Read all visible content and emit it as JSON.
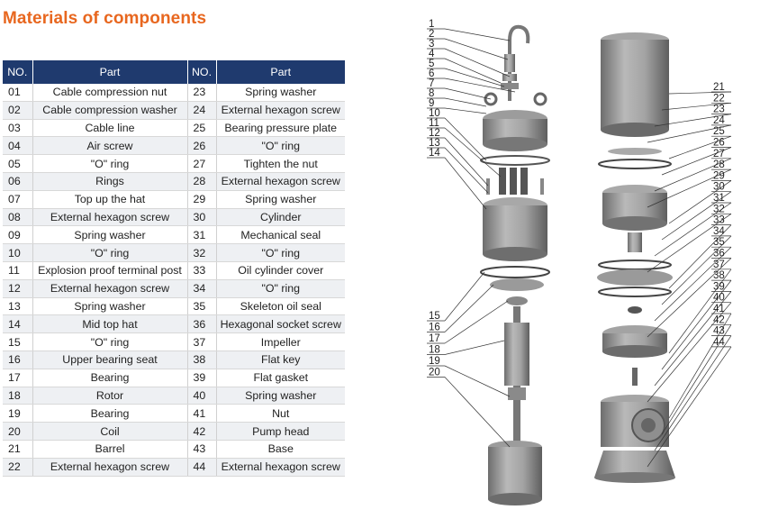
{
  "title": "Materials of components",
  "table": {
    "headers": [
      "NO.",
      "Part",
      "NO.",
      "Part"
    ],
    "rows": [
      [
        "01",
        "Cable compression nut",
        "23",
        "Spring washer"
      ],
      [
        "02",
        "Cable compression washer",
        "24",
        "External hexagon screw"
      ],
      [
        "03",
        "Cable line",
        "25",
        "Bearing pressure plate"
      ],
      [
        "04",
        "Air screw",
        "26",
        "\"O\" ring"
      ],
      [
        "05",
        "\"O\" ring",
        "27",
        "Tighten the nut"
      ],
      [
        "06",
        "Rings",
        "28",
        "External hexagon screw"
      ],
      [
        "07",
        "Top up the hat",
        "29",
        "Spring washer"
      ],
      [
        "08",
        "External hexagon screw",
        "30",
        "Cylinder"
      ],
      [
        "09",
        "Spring washer",
        "31",
        "Mechanical seal"
      ],
      [
        "10",
        "\"O\" ring",
        "32",
        "\"O\" ring"
      ],
      [
        "11",
        "Explosion proof terminal post",
        "33",
        "Oil cylinder cover"
      ],
      [
        "12",
        "External hexagon screw",
        "34",
        "\"O\" ring"
      ],
      [
        "13",
        "Spring washer",
        "35",
        "Skeleton oil seal"
      ],
      [
        "14",
        "Mid top hat",
        "36",
        "Hexagonal socket screw"
      ],
      [
        "15",
        "\"O\" ring",
        "37",
        "Impeller"
      ],
      [
        "16",
        "Upper bearing seat",
        "38",
        "Flat key"
      ],
      [
        "17",
        "Bearing",
        "39",
        "Flat gasket"
      ],
      [
        "18",
        "Rotor",
        "40",
        "Spring washer"
      ],
      [
        "19",
        "Bearing",
        "41",
        "Nut"
      ],
      [
        "20",
        "Coil",
        "42",
        "Pump head"
      ],
      [
        "21",
        "Barrel",
        "43",
        "Base"
      ],
      [
        "22",
        "External hexagon screw",
        "44",
        "External hexagon screw"
      ]
    ]
  },
  "diagram": {
    "left_labels": [
      "1",
      "2",
      "3",
      "4",
      "5",
      "6",
      "7",
      "8",
      "9",
      "10",
      "11",
      "12",
      "13",
      "14"
    ],
    "left_lower_labels": [
      "15",
      "16",
      "17",
      "18",
      "19",
      "20"
    ],
    "right_labels": [
      "21",
      "22",
      "23",
      "24",
      "25",
      "26",
      "27",
      "28",
      "29",
      "30",
      "31",
      "32",
      "33",
      "34",
      "35",
      "36",
      "37",
      "38",
      "39",
      "40",
      "41",
      "42",
      "43",
      "44"
    ]
  }
}
